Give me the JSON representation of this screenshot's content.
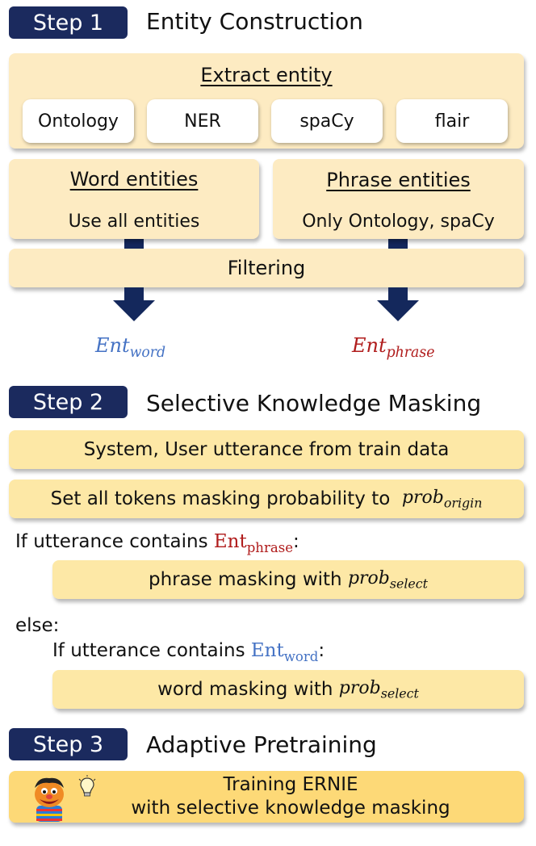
{
  "step1": {
    "badge": "Step 1",
    "title": "Entity Construction",
    "extract_title": "Extract entity",
    "tools": [
      "Ontology",
      "NER",
      "spaCy",
      "flair"
    ],
    "word_entities": {
      "title": "Word entities",
      "desc": "Use all entities"
    },
    "phrase_entities": {
      "title": "Phrase entities",
      "desc": "Only Ontology, spaCy"
    },
    "filtering": "Filtering",
    "ent_word": {
      "base": "Ent",
      "sub": "word"
    },
    "ent_phrase": {
      "base": "Ent",
      "sub": "phrase"
    }
  },
  "step2": {
    "badge": "Step 2",
    "title": "Selective Knowledge Masking",
    "box1": "System, User utterance from train data",
    "box2": {
      "text": "Set all tokens masking probability to",
      "var": "prob",
      "sub": "origin"
    },
    "if_phrase": {
      "text": "If utterance contains",
      "base": "Ent",
      "sub": "phrase",
      "colon": ":"
    },
    "phrase_mask": {
      "text": "phrase masking with",
      "var": "prob",
      "sub": "select"
    },
    "else": "else:",
    "if_word": {
      "text": "If utterance contains",
      "base": "Ent",
      "sub": "word",
      "colon": ":"
    },
    "word_mask": {
      "text": "word masking with",
      "var": "prob",
      "sub": "select"
    }
  },
  "step3": {
    "badge": "Step 3",
    "title": "Adaptive Pretraining",
    "line1": "Training ERNIE",
    "line2": "with selective knowledge masking"
  },
  "colors": {
    "badge": "#1b2a5e",
    "panel": "#fdebc2",
    "box": "#fde8a6",
    "box_strong": "#fdd977",
    "arrow": "#14285c",
    "word_entity": "#4472c4",
    "phrase_entity": "#b01c1c"
  },
  "icons": [
    "ernie-character-icon",
    "lightbulb-icon"
  ]
}
